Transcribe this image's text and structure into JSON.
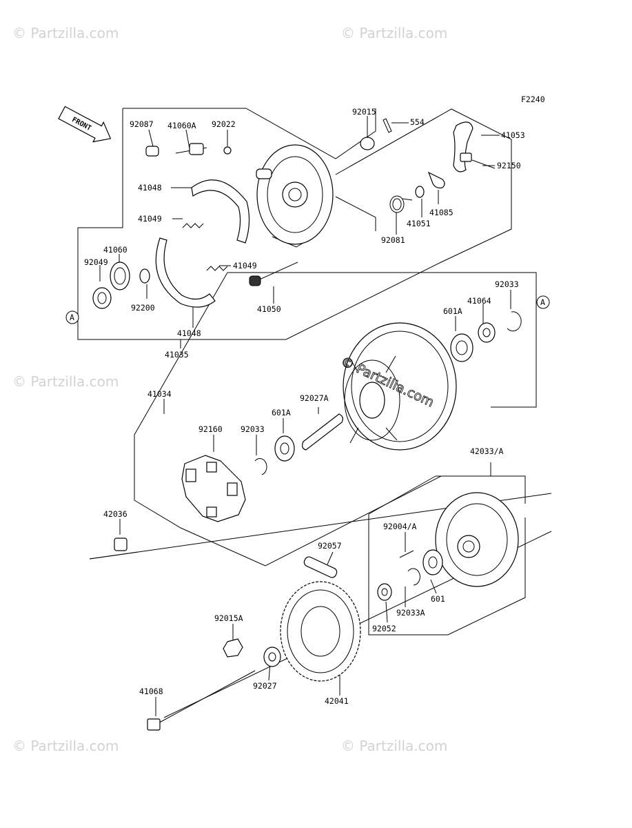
{
  "diagram_code": "F2240",
  "front_label": "FRONT",
  "watermark_text": "© Partzilla.com",
  "center_watermark_text": "© Partzilla.com",
  "ref_marker": "A",
  "labels": {
    "p92087": "92087",
    "p41060A": "41060A",
    "p92022": "92022",
    "p92015": "92015",
    "p554": "554",
    "p41053": "41053",
    "p92150": "92150",
    "p41085": "41085",
    "p41051": "41051",
    "p92081": "92081",
    "p41048_top": "41048",
    "p41049_top": "41049",
    "p41060": "41060",
    "p92049": "92049",
    "p41049_mid": "41049",
    "p92200": "92200",
    "p41050": "41050",
    "p41048_bot": "41048",
    "p41035": "41035",
    "p92033_top": "92033",
    "p41064": "41064",
    "p601A_top": "601A",
    "p41034": "41034",
    "p92027A": "92027A",
    "p601A_mid": "601A",
    "p92160": "92160",
    "p92033_mid": "92033",
    "p42033A": "42033/A",
    "p42036": "42036",
    "p92004A": "92004/A",
    "p92057": "92057",
    "p601": "601",
    "p92033A": "92033A",
    "p92052": "92052",
    "p92015A": "92015A",
    "p41068": "41068",
    "p92027": "92027",
    "p42041": "42041"
  }
}
